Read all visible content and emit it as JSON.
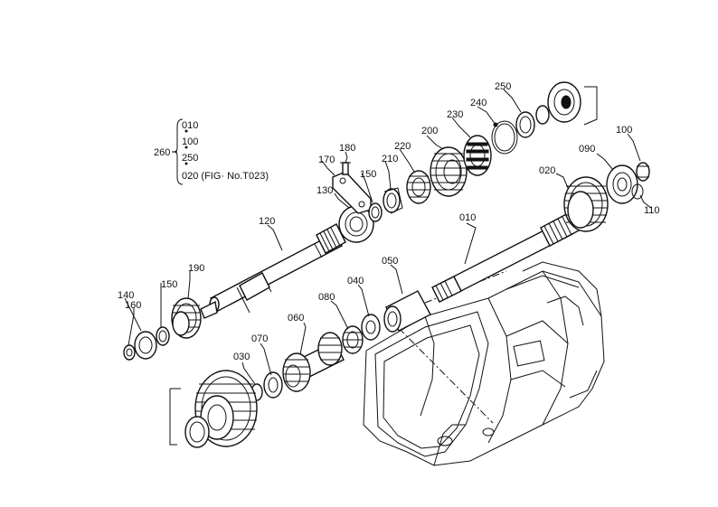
{
  "labels": {
    "p010a": "010",
    "p020a": "020",
    "p030": "030",
    "p040": "040",
    "p050": "050",
    "p060": "060",
    "p070": "070",
    "p080": "080",
    "p090": "090",
    "p100": "100",
    "p110": "110",
    "p120": "120",
    "p130": "130",
    "p140": "140",
    "p150a": "150",
    "p150b": "150",
    "p160": "160",
    "p170": "170",
    "p180": "180",
    "p190": "190",
    "p200": "200",
    "p210": "210",
    "p220": "220",
    "p230": "230",
    "p240": "240",
    "p250": "250"
  },
  "kit": {
    "label": "260",
    "items": [
      "010",
      "100",
      "250",
      "020 (FIG· No.T023)"
    ]
  }
}
